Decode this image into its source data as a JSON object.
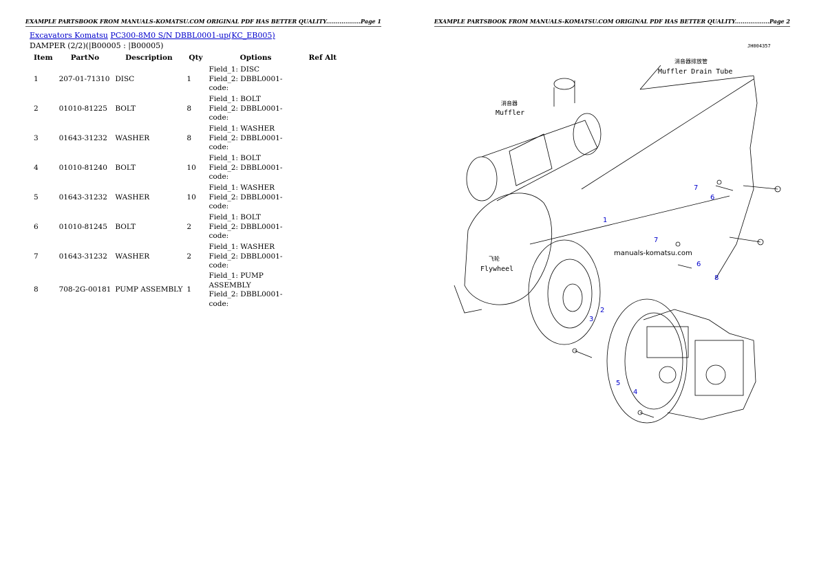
{
  "header": {
    "page1": "EXAMPLE PARTSBOOK FROM MANUALS-KOMATSU.COM ORIGINAL PDF HAS BETTER QUALITY..................Page 1",
    "page2": "EXAMPLE PARTSBOOK FROM MANUALS-KOMATSU.COM ORIGINAL PDF HAS BETTER QUALITY..................Page 2"
  },
  "breadcrumb": {
    "link1": "Excavators Komatsu",
    "link2": "PC300-8M0 S/N DBBL0001-up(KC_EB005)"
  },
  "subtitle": "DAMPER (2/2)(|B00005 : |B00005)",
  "table": {
    "columns": [
      "Item",
      "PartNo",
      "Description",
      "Qty",
      "Options",
      "Ref Alt"
    ],
    "rows": [
      {
        "item": "1",
        "partno": "207-01-71310",
        "desc": "DISC",
        "qty": "1",
        "f1": "Field_1: DISC",
        "f2": "Field_2: DBBL0001-",
        "f3": "code:"
      },
      {
        "item": "2",
        "partno": "01010-81225",
        "desc": "BOLT",
        "qty": "8",
        "f1": "Field_1: BOLT",
        "f2": "Field_2: DBBL0001-",
        "f3": "code:"
      },
      {
        "item": "3",
        "partno": "01643-31232",
        "desc": "WASHER",
        "qty": "8",
        "f1": "Field_1: WASHER",
        "f2": "Field_2: DBBL0001-",
        "f3": "code:"
      },
      {
        "item": "4",
        "partno": "01010-81240",
        "desc": "BOLT",
        "qty": "10",
        "f1": "Field_1: BOLT",
        "f2": "Field_2: DBBL0001-",
        "f3": "code:"
      },
      {
        "item": "5",
        "partno": "01643-31232",
        "desc": "WASHER",
        "qty": "10",
        "f1": "Field_1: WASHER",
        "f2": "Field_2: DBBL0001-",
        "f3": "code:"
      },
      {
        "item": "6",
        "partno": "01010-81245",
        "desc": "BOLT",
        "qty": "2",
        "f1": "Field_1: BOLT",
        "f2": "Field_2: DBBL0001-",
        "f3": "code:"
      },
      {
        "item": "7",
        "partno": "01643-31232",
        "desc": "WASHER",
        "qty": "2",
        "f1": "Field_1: WASHER",
        "f2": "Field_2: DBBL0001-",
        "f3": "code:"
      },
      {
        "item": "8",
        "partno": "708-2G-00181",
        "desc": "PUMP ASSEMBLY",
        "qty": "1",
        "f1": "Field_1: PUMP ASSEMBLY",
        "f2": "Field_2: DBBL0001-",
        "f3": "code:"
      }
    ]
  },
  "drawing": {
    "ref_code": "JH004357",
    "muffler_drain_jp": "消音器排放管",
    "muffler_drain": "Muffler Drain Tube",
    "muffler_jp": "消音器",
    "muffler": "Muffler",
    "flywheel_jp": "飞轮",
    "flywheel": "Flywheel",
    "watermark": "manuals-komatsu.com",
    "callouts": [
      "1",
      "2",
      "3",
      "4",
      "5",
      "6",
      "7",
      "7",
      "6",
      "8"
    ],
    "callout_color": "#0000cc"
  }
}
